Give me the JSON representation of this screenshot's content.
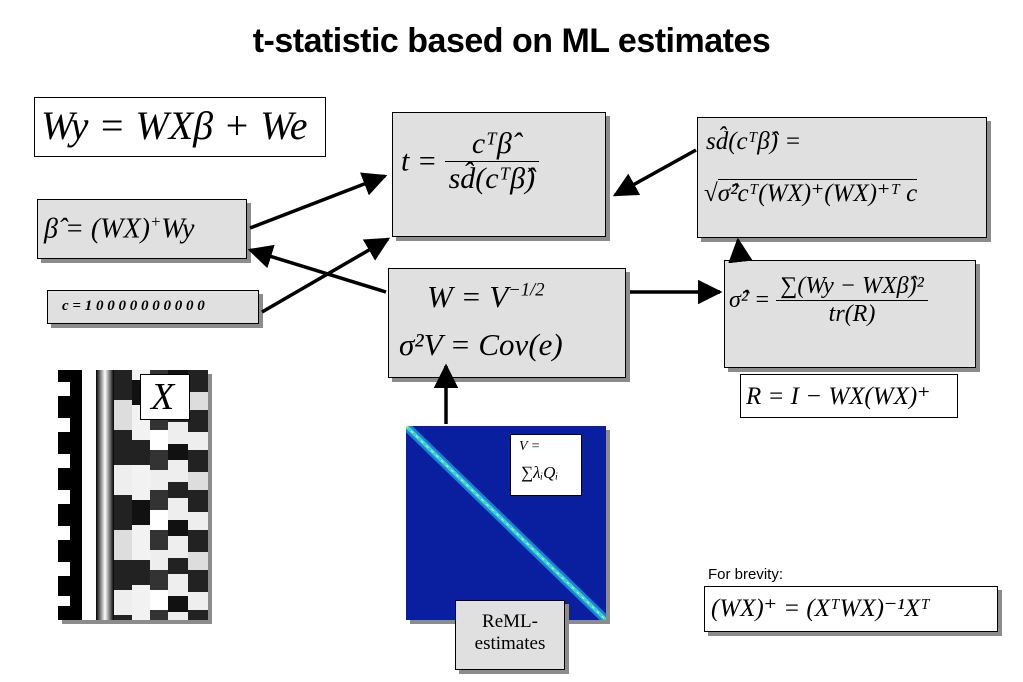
{
  "title": "t-statistic based on ML estimates",
  "model_equation": "Wy = WXβ + We",
  "beta_hat_equation": {
    "lhs": "β̂",
    "rhs_pre": " = (WX)",
    "rhs_sup": "+",
    "rhs_post": "Wy"
  },
  "contrast_vector": "c = 1 0 0 0 0 0 0 0 0 0 0",
  "design_matrix_label": "X",
  "t_equation": {
    "lhs": "t =",
    "numerator": "cᵀβ̂",
    "denominator": "sd̂(cᵀβ̂)"
  },
  "std_equation": {
    "line1": "sd̂(cᵀβ̂) =",
    "line2": "σ̂²cᵀ(WX)⁺(WX)⁺ᵀ c"
  },
  "w_equation": {
    "line1_pre": "W = V",
    "line1_sup": "−1/2",
    "line2": "σ²V = Cov(e)"
  },
  "sigma_equation": {
    "lhs": "σ̂² =",
    "numerator": "∑(Wy − WXβ̂)²",
    "denominator": "tr(R)"
  },
  "r_equation": "R = I − WX(WX)⁺",
  "v_label": {
    "line1": "V =",
    "line2": "∑λᵢQᵢ"
  },
  "reml_label": {
    "line1": "ReML-",
    "line2": "estimates"
  },
  "brevity_caption": "For brevity:",
  "brevity_equation": "(WX)⁺ = (XᵀWX)⁻¹Xᵀ",
  "colors": {
    "box_fill": "#e0e0e0",
    "box_shadow": "#8c8c8c",
    "matrix_bg": "#0a1fa0",
    "diagonal": "#35d0d8"
  }
}
